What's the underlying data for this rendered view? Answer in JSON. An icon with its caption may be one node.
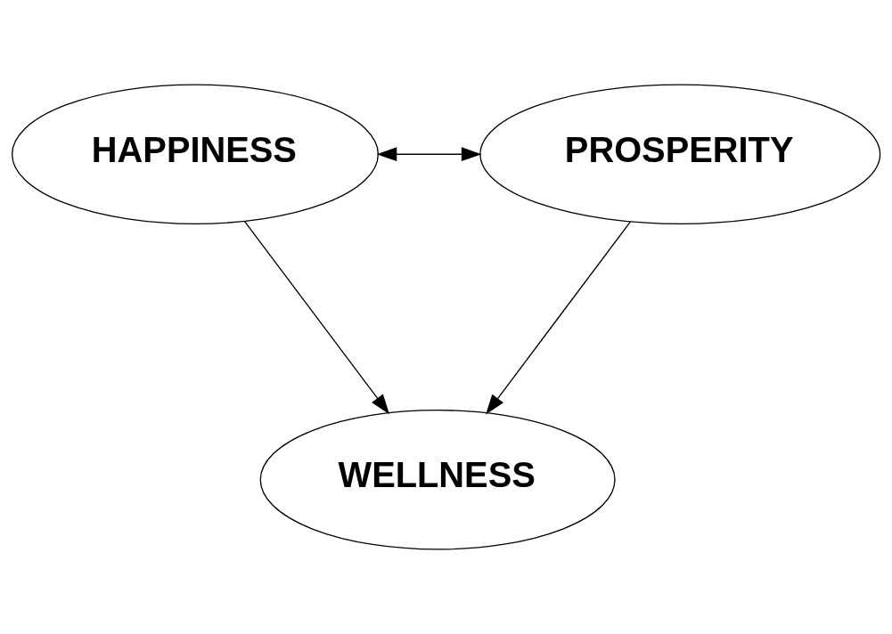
{
  "diagram": {
    "nodes": [
      {
        "text": [
          "HAPPINESS"
        ]
      },
      {
        "text": [
          "PROSPERITY"
        ]
      },
      {
        "text": [
          "WELLNESS"
        ]
      }
    ],
    "edges": [
      {
        "from": 0,
        "to": 1,
        "arrow": "both"
      },
      {
        "from": 0,
        "to": 2,
        "arrow": "to"
      },
      {
        "from": 1,
        "to": 2,
        "arrow": "to"
      }
    ]
  }
}
